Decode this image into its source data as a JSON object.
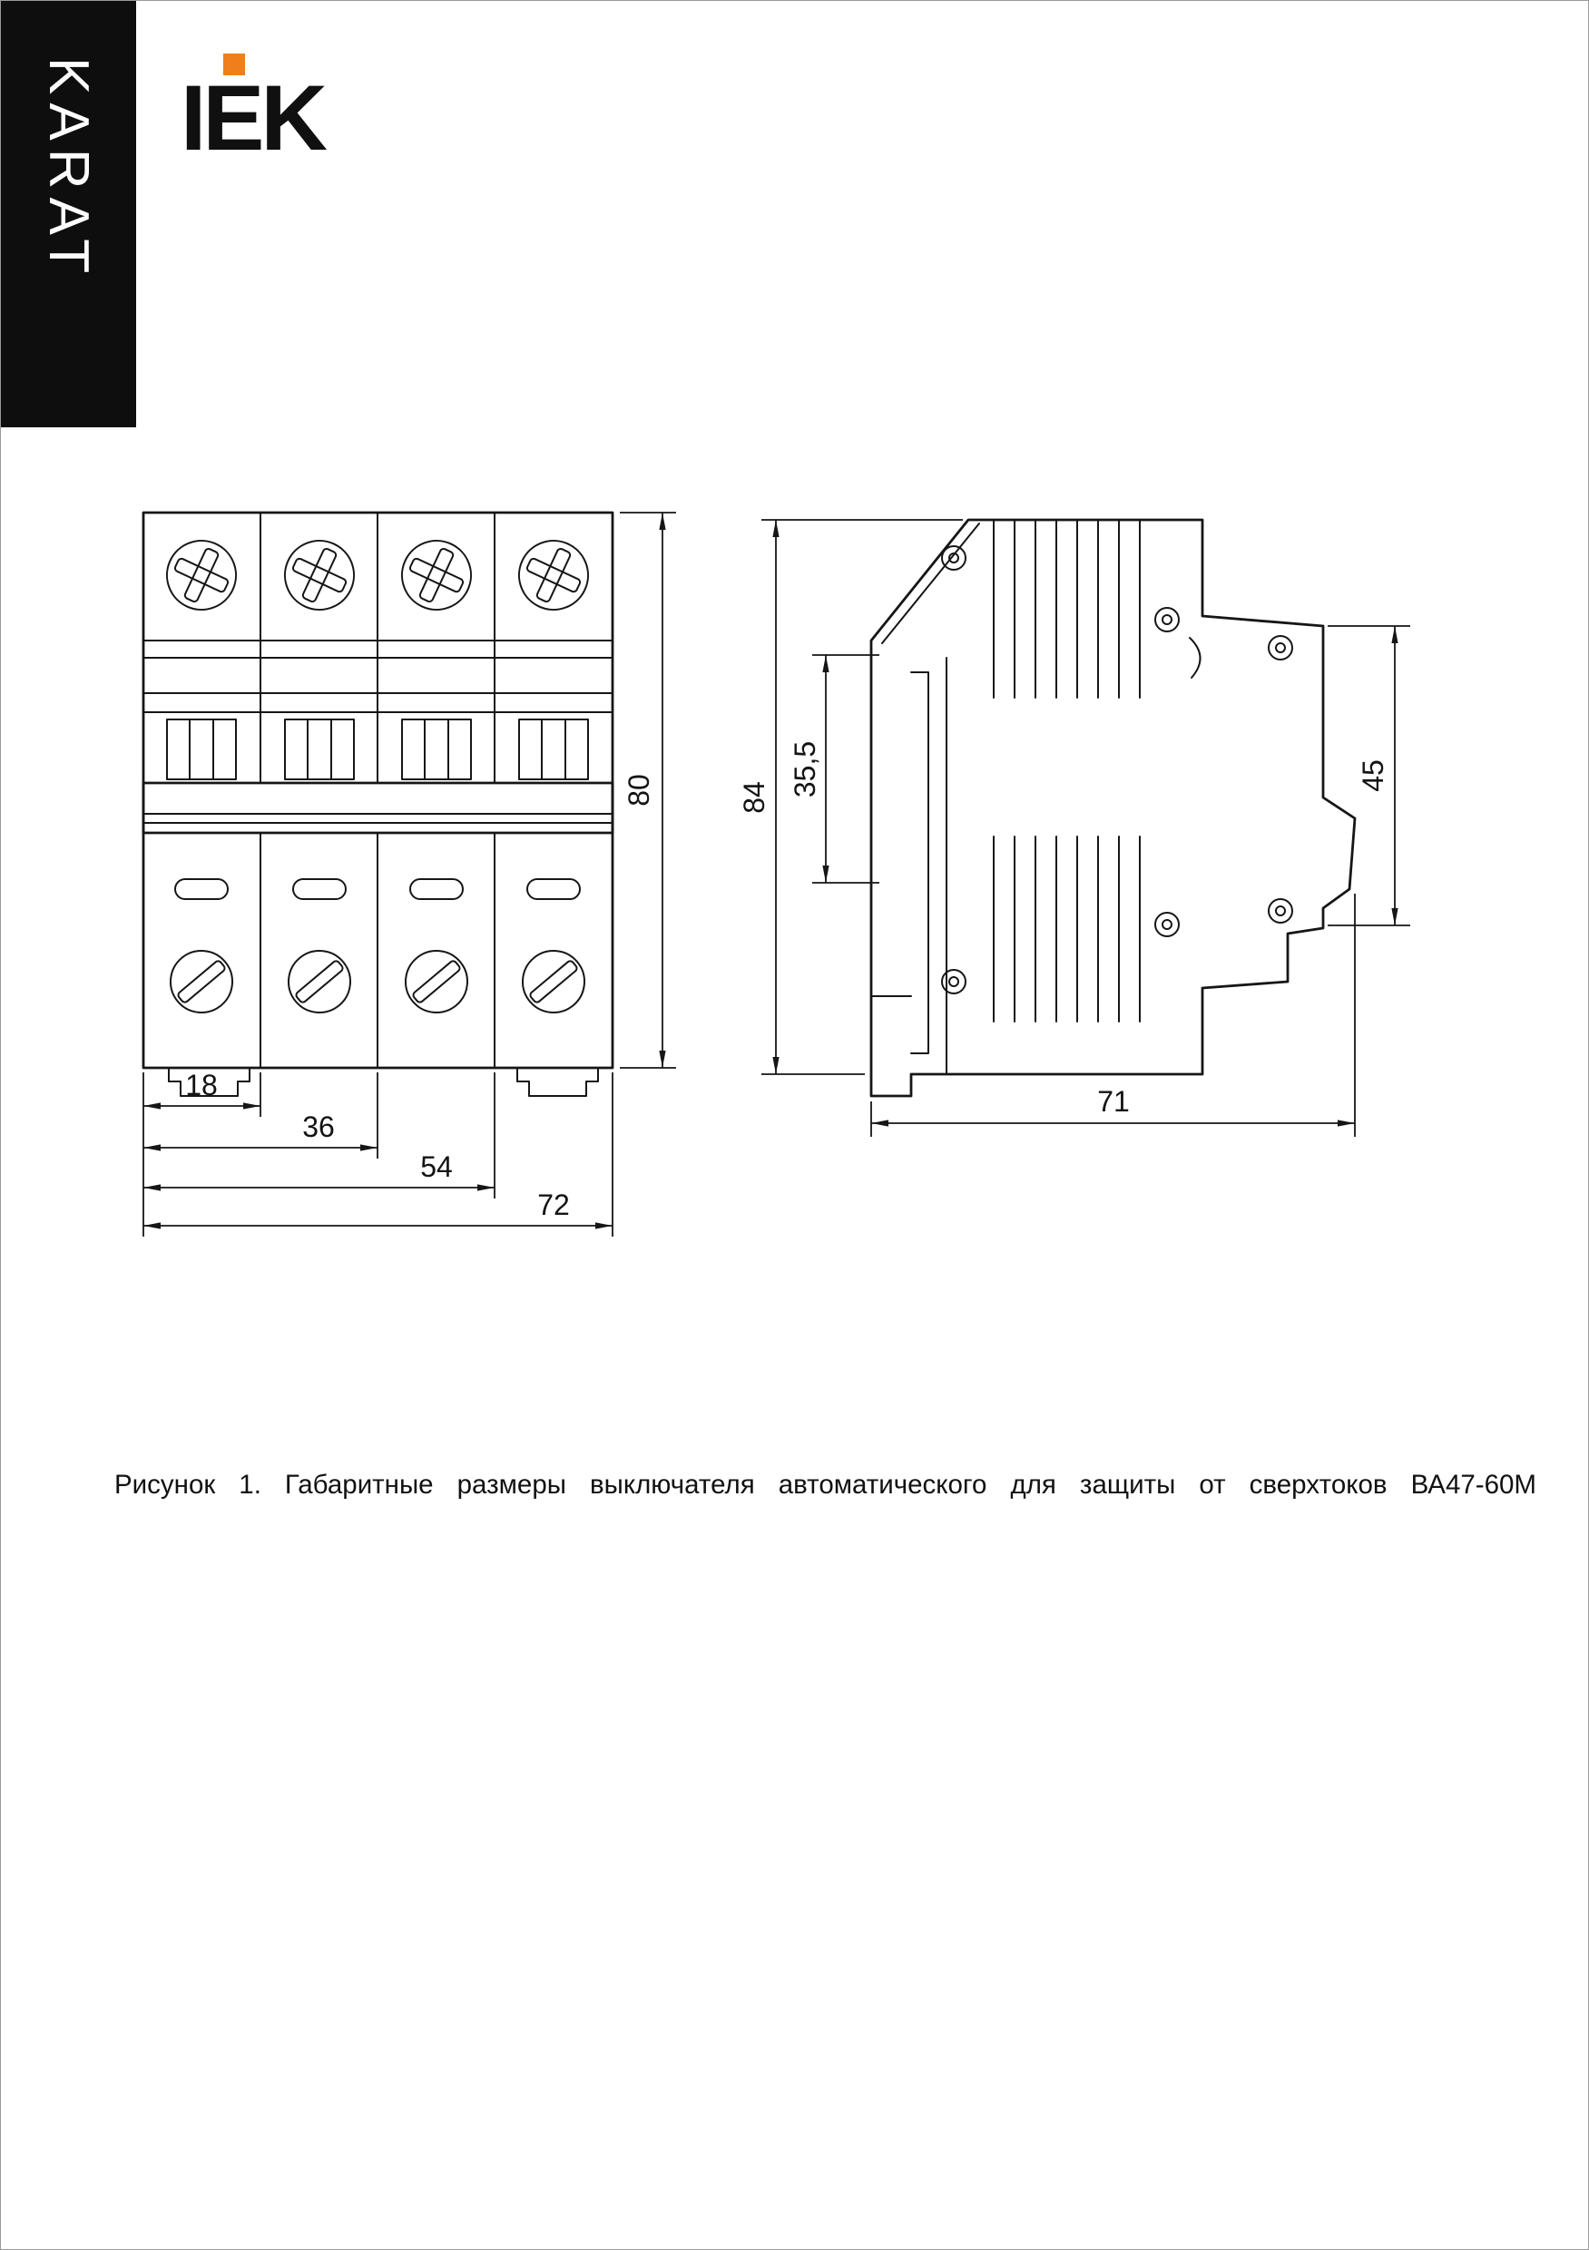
{
  "brand": {
    "series": "KARAT",
    "logo_text": "IEK"
  },
  "front_view": {
    "height": "80",
    "widths": {
      "w1": "18",
      "w2": "36",
      "w3": "54",
      "w4": "72"
    }
  },
  "side_view": {
    "height": "84",
    "window_height": "35,5",
    "mount_height": "45",
    "depth": "71"
  },
  "figure": {
    "caption": "Рисунок 1. Габаритные размеры выключателя автоматического для защиты от сверхтоков ВА47-60М"
  },
  "colors": {
    "accent_orange": "#EF7F1A",
    "ink": "#161616"
  }
}
